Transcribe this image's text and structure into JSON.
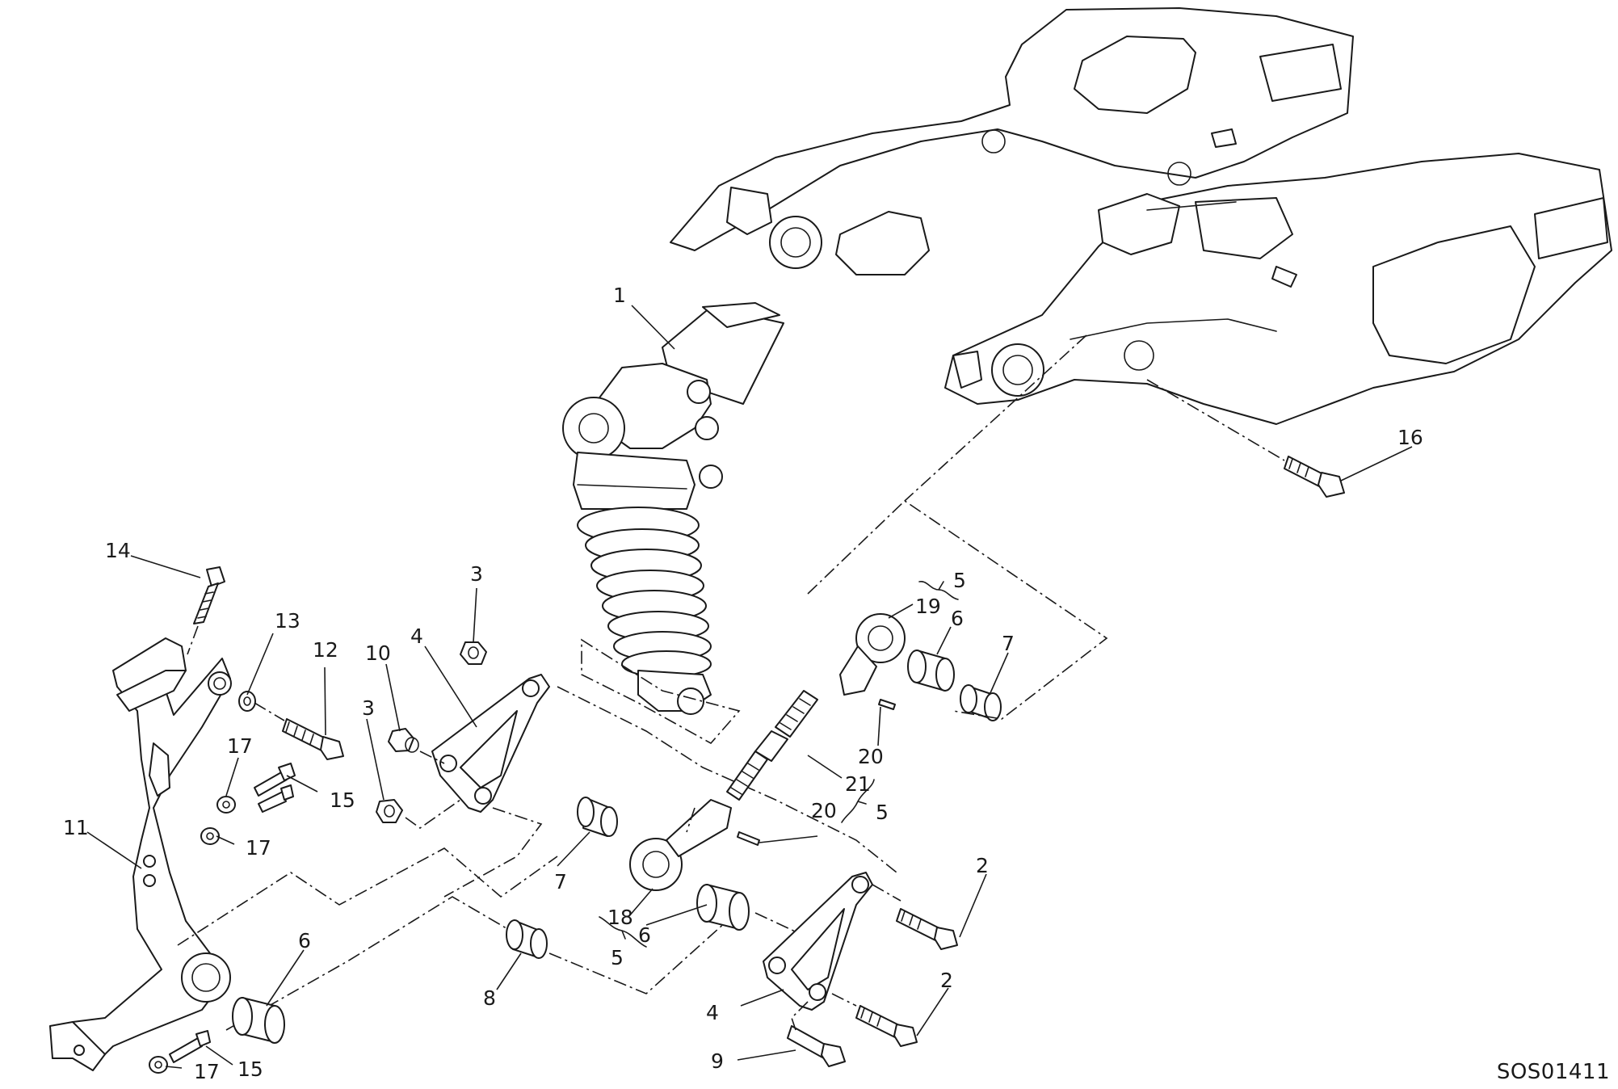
{
  "drawing_code": "SOS01411",
  "callouts": [
    {
      "id": "c1",
      "text": "1"
    },
    {
      "id": "c2a",
      "text": "2"
    },
    {
      "id": "c2b",
      "text": "2"
    },
    {
      "id": "c3a",
      "text": "3"
    },
    {
      "id": "c3b",
      "text": "3"
    },
    {
      "id": "c4a",
      "text": "4"
    },
    {
      "id": "c4b",
      "text": "4"
    },
    {
      "id": "c5a",
      "text": "5"
    },
    {
      "id": "c5b",
      "text": "5"
    },
    {
      "id": "c5c",
      "text": "5"
    },
    {
      "id": "c6a",
      "text": "6"
    },
    {
      "id": "c6b",
      "text": "6"
    },
    {
      "id": "c6c",
      "text": "6"
    },
    {
      "id": "c7a",
      "text": "7"
    },
    {
      "id": "c7b",
      "text": "7"
    },
    {
      "id": "c8",
      "text": "8"
    },
    {
      "id": "c9",
      "text": "9"
    },
    {
      "id": "c10",
      "text": "10"
    },
    {
      "id": "c11",
      "text": "11"
    },
    {
      "id": "c12",
      "text": "12"
    },
    {
      "id": "c13",
      "text": "13"
    },
    {
      "id": "c14",
      "text": "14"
    },
    {
      "id": "c15a",
      "text": "15"
    },
    {
      "id": "c15b",
      "text": "15"
    },
    {
      "id": "c16",
      "text": "16"
    },
    {
      "id": "c17a",
      "text": "17"
    },
    {
      "id": "c17b",
      "text": "17"
    },
    {
      "id": "c17c",
      "text": "17"
    },
    {
      "id": "c18",
      "text": "18"
    },
    {
      "id": "c19",
      "text": "19"
    },
    {
      "id": "c20a",
      "text": "20"
    },
    {
      "id": "c20b",
      "text": "20"
    },
    {
      "id": "c21",
      "text": "21"
    }
  ]
}
